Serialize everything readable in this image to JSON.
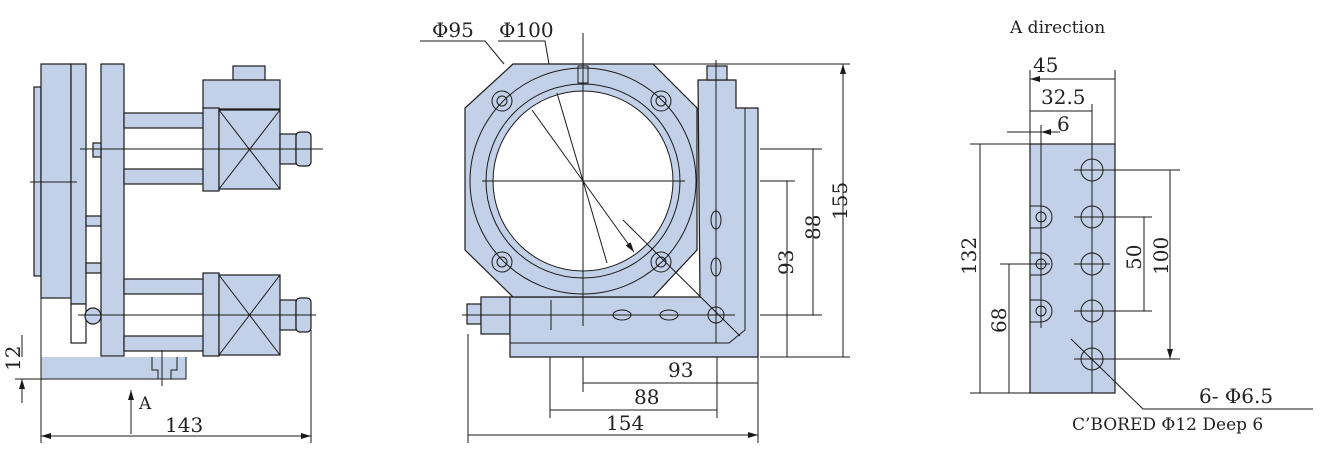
{
  "side_view": {
    "dim_height": "12",
    "dim_width": "143",
    "view_arrow": "A"
  },
  "front_view": {
    "inner_dia": "Φ95",
    "outer_dia": "Φ100",
    "dim_h_93": "93",
    "dim_h_88": "88",
    "dim_h_154": "154",
    "dim_v_155": "155",
    "dim_v_88": "88",
    "dim_v_93": "93"
  },
  "a_view": {
    "title": "A direction",
    "dim_45": "45",
    "dim_32_5": "32.5",
    "dim_6": "6",
    "dim_132": "132",
    "dim_68": "68",
    "dim_50": "50",
    "dim_100": "100",
    "hole_spec": "6- Φ6.5",
    "cbore_spec": "C’BORED Φ12  Deep 6"
  },
  "colors": {
    "part_fill": "#c3d1e8",
    "line": "#1a1a1a"
  }
}
